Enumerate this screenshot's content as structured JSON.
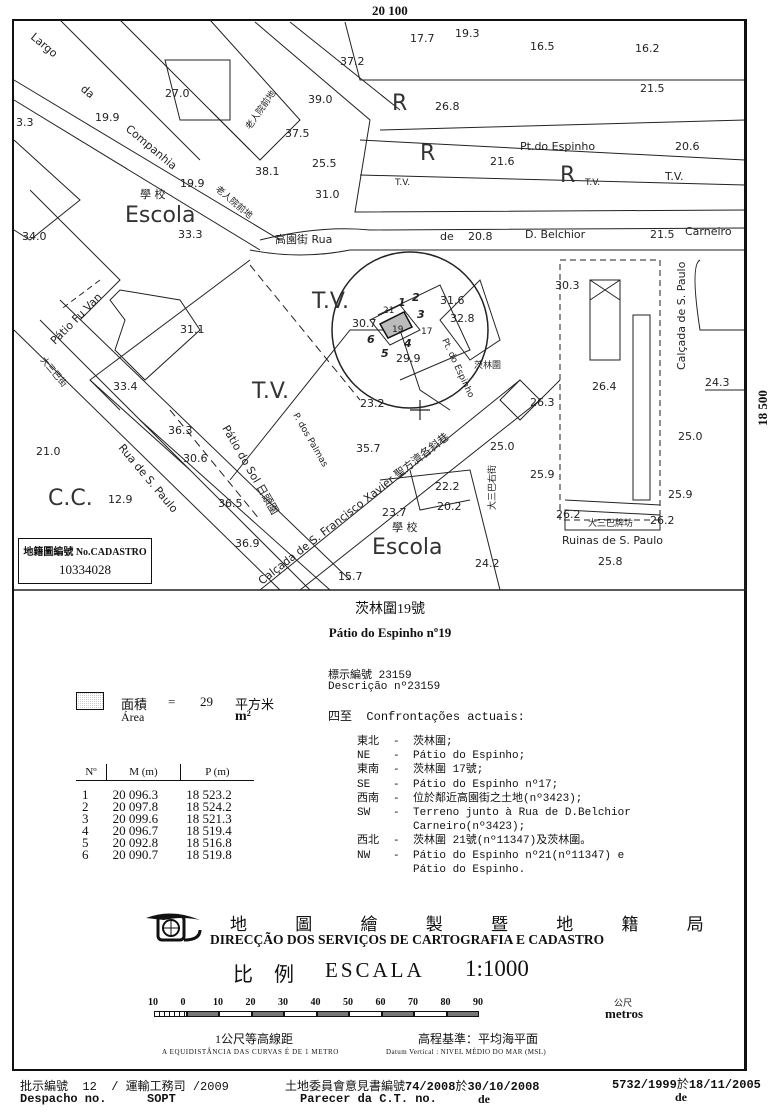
{
  "grid": {
    "easting": "20 100",
    "northing": "18 500"
  },
  "map": {
    "labels": [
      "Largo",
      "da",
      "Companhia",
      "27.0",
      "19.9",
      "19.9",
      "37.2",
      "39.0",
      "37.5",
      "25.5",
      "38.1",
      "31.0",
      "3.3",
      "34.0",
      "學 校",
      "Escola",
      "33.3",
      "高園街 Rua",
      "de",
      "20.8",
      "D. Belchior",
      "21.5",
      "Carneiro",
      "Pátio Fu Van",
      "31.1",
      "33.4",
      "T.V.",
      "T.V.",
      "30.7",
      "31.6",
      "32.8",
      "29.9",
      "茨林圍",
      "30.3",
      "26.4",
      "26.3",
      "24.3",
      "Calçada de S. Paulo",
      "23.2",
      "35.7",
      "25.0",
      "25.0",
      "36.3",
      "30.6",
      "36.5",
      "36.9",
      "21.0",
      "C.C.",
      "12.9",
      "Rua de S. Paulo",
      "Pátio do Sol 日頭圍",
      "Calçada de S. Francisco Xavier 聖方濟各斜巷",
      "22.2",
      "20.2",
      "23.7",
      "Escola",
      "學 校",
      "15.7",
      "24.2",
      "Ruinas de S. Paulo",
      "25.8",
      "大三巴牌坊",
      "26.2",
      "大三巴街",
      "Pt. do Espinho",
      "R",
      "R",
      "R",
      "T.V.",
      "T.V.",
      "T.V.",
      "21.6",
      "26.8",
      "Pt.do Espinho",
      "20.6",
      "21.5",
      "16.2",
      "16.5",
      "19.3",
      "17.7",
      "老人院前地",
      "老人院前地",
      "大三巴右街",
      "P. dos Palmas",
      "25.9",
      "25.9",
      "26.2"
    ],
    "parcel_vertices": [
      "1",
      "2",
      "3",
      "4",
      "5",
      "6",
      "21",
      "19",
      "17"
    ]
  },
  "cadastro": {
    "label": "地籍圖編號 No.CADASTRO",
    "number": "10334028"
  },
  "title": {
    "zh": "茨林圍19號",
    "pt": "Pátio do Espinho nº19"
  },
  "area": {
    "label_zh": "面積",
    "equals": "=",
    "value": "29",
    "unit_zh": "平方米",
    "label_pt": "Área",
    "unit": "m²"
  },
  "coords": {
    "headers": [
      "Nº",
      "M (m)",
      "P (m)"
    ],
    "rows": [
      [
        "1",
        "20 096.3",
        "18 523.2"
      ],
      [
        "2",
        "20 097.8",
        "18 524.2"
      ],
      [
        "3",
        "20 099.6",
        "18 521.3"
      ],
      [
        "4",
        "20 096.7",
        "18 519.4"
      ],
      [
        "5",
        "20 092.8",
        "18 516.8"
      ],
      [
        "6",
        "20 090.7",
        "18 519.8"
      ]
    ]
  },
  "description": {
    "line1": "標示編號 23159",
    "line2": "Descrição nº23159",
    "heading_zh": "四至",
    "heading_pt": "Confrontações actuais:",
    "items": [
      [
        "東北",
        "-",
        "茨林圍;"
      ],
      [
        "NE",
        "-",
        "Pátio do Espinho;"
      ],
      [
        "東南",
        "-",
        "茨林圍 17號;"
      ],
      [
        "SE",
        "-",
        "Pátio do Espinho nº17;"
      ],
      [
        "西南",
        "-",
        "位於鄰近高園街之土地(nº3423);"
      ],
      [
        "SW",
        "-",
        "Terreno junto à Rua de D.Belchior"
      ],
      [
        "",
        "",
        "Carneiro(nº3423);"
      ],
      [
        "西北",
        "-",
        "茨林圍 21號(nº11347)及茨林圍。"
      ],
      [
        "NW",
        "-",
        "Pátio do Espinho nº21(nº11347) e"
      ],
      [
        "",
        "",
        "Pátio do Espinho."
      ]
    ]
  },
  "agency": {
    "zh": "地 圖 繪 製 暨 地 籍 局",
    "pt": "DIRECÇÃO DOS SERVIÇOS DE CARTOGRAFIA E CADASTRO"
  },
  "scale": {
    "zh": "比 例",
    "label": "ESCALA",
    "ratio": "1:1000",
    "ticks": [
      "10",
      "0",
      "10",
      "20",
      "30",
      "40",
      "50",
      "60",
      "70",
      "80",
      "90"
    ],
    "unit_zh": "公尺",
    "unit": "metros",
    "contour_zh": "1公尺等高線距",
    "contour_pt": "A EQUIDISTÂNCIA DAS CURVAS É DE 1 METRO",
    "datum_zh": "高程基準：平均海平面",
    "datum_pt": "Datum Vertical : NIVEL MÉDIO DO MAR (MSL)"
  },
  "footer": {
    "despacho_zh": "批示編號",
    "despacho_no": "12",
    "sopt_zh": "/ 運輸工務司 /2009",
    "despacho_pt": "Despacho no.",
    "sopt": "SOPT",
    "parecer_zh": "土地委員會意見書編號",
    "parecer_no": "74/2008",
    "parecer_at": "於",
    "parecer_date": "30/10/2008",
    "parecer_pt": "Parecer da C.T. no.",
    "de1": "de",
    "ref": "5732/1999",
    "ref_at": "於",
    "ref_date": "18/11/2005",
    "de2": "de"
  }
}
